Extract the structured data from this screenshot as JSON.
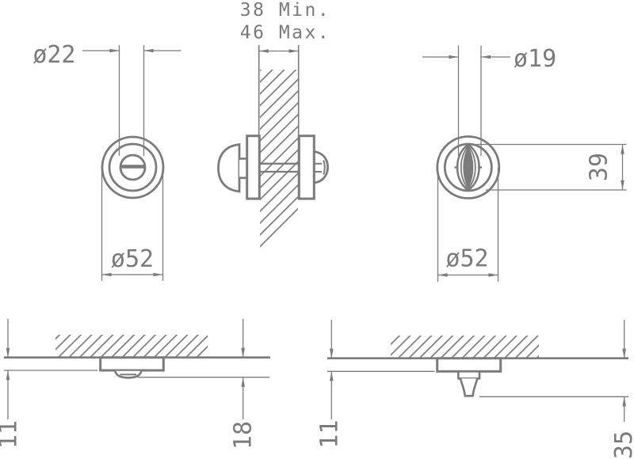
{
  "drawing": {
    "background": "#ffffff",
    "line_color": "#7b7b7b",
    "text_color": "#7a7a7a",
    "views": {
      "face_release_side": {
        "label_hole_diameter": "ø22",
        "label_rosette_diameter": "ø52"
      },
      "door_section": {
        "label_thickness_min": "38 Min.",
        "label_thickness_max": "46 Max."
      },
      "face_thumbturn_side": {
        "label_turn_width": "ø19",
        "label_turn_height": "39",
        "label_rosette_diameter": "ø52"
      },
      "profile_release_side": {
        "label_rosette_depth": "11",
        "label_total_depth": "18"
      },
      "profile_thumbturn_side": {
        "label_rosette_depth": "11",
        "label_total_depth": "35"
      }
    }
  }
}
